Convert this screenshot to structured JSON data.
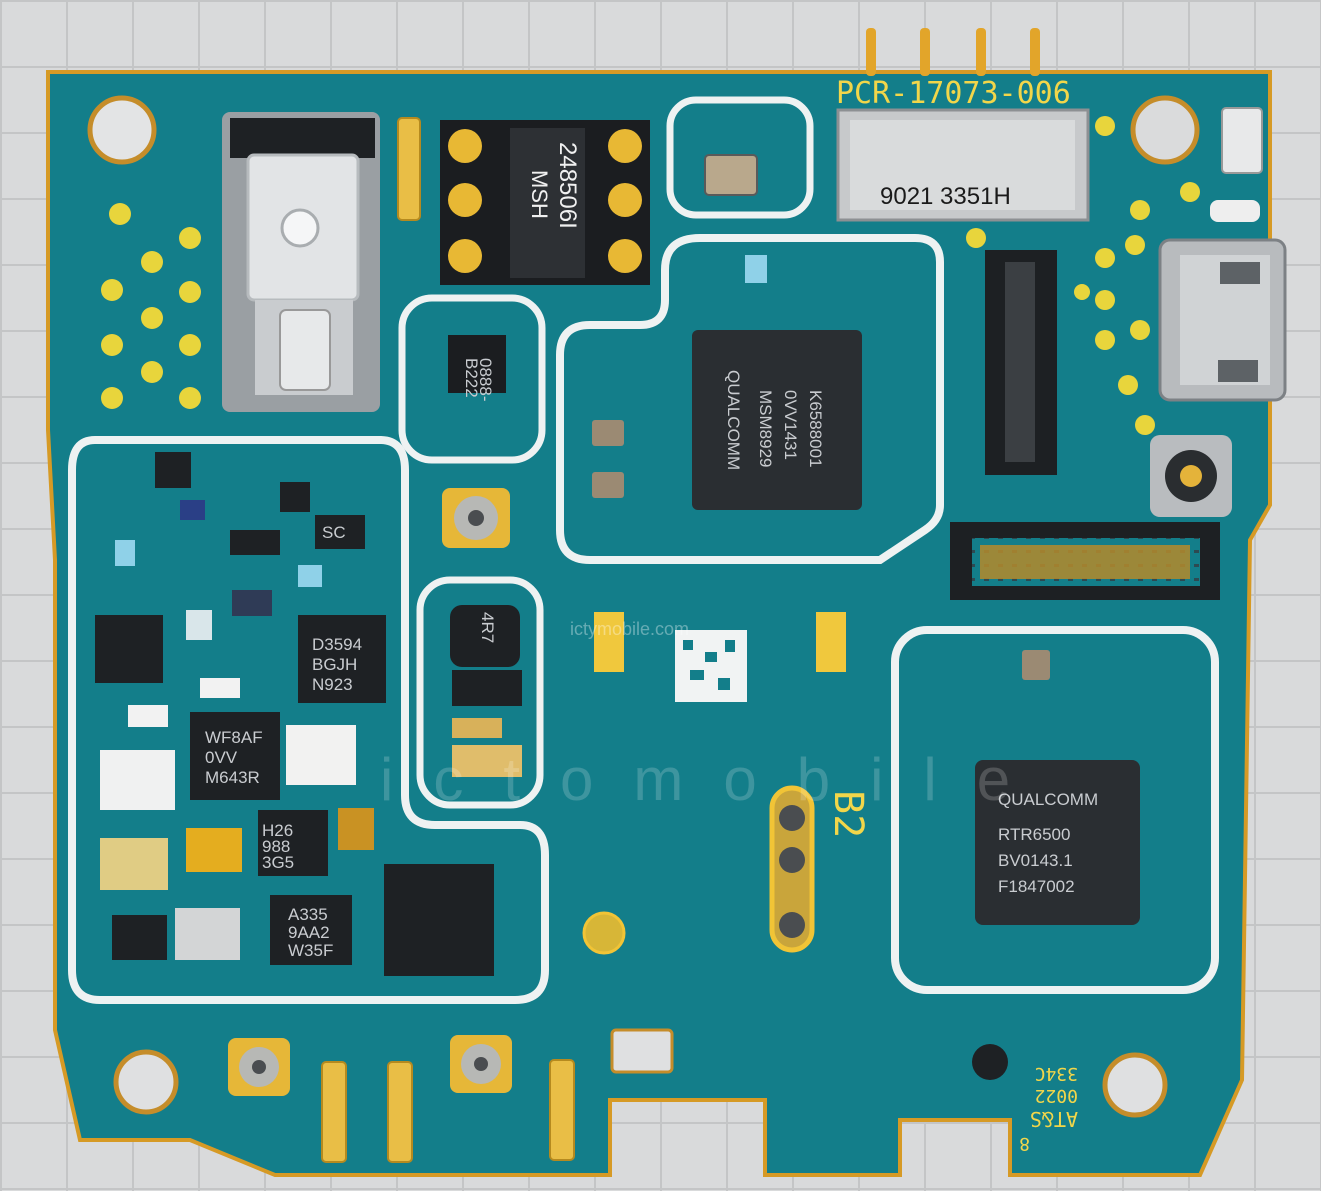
{
  "board": {
    "part_number": "PCR-17073-006",
    "band_label": "B2",
    "manufacturer_mark": "AT&S",
    "manufacturer_code_1": "0022",
    "manufacturer_code_2": "334C",
    "manufacturer_code_3": "8",
    "colors": {
      "pcb": "#137e8a",
      "pcb_dark": "#0e6873",
      "gold": "#e7b631",
      "shield": "#eef2f2"
    }
  },
  "components": {
    "sim_connector": {
      "line1": "248506I",
      "line2": "MSH"
    },
    "sd_slot": {
      "label": "9021 3351H"
    },
    "processor": {
      "brand": "QUALCOMM",
      "line1": "MSM8929",
      "line2": "0VV1431",
      "line3": "K6588001"
    },
    "transceiver": {
      "brand": "QUALCOMM",
      "line1": "RTR6500",
      "line2": "BV0143.1",
      "line3": "F1847002"
    },
    "chip_sc": {
      "label": "SC"
    },
    "chip_d3594": {
      "line1": "D3594",
      "line2": "BGJH",
      "line3": "N923"
    },
    "chip_wf8af": {
      "line1": "WF8AF",
      "line2": "0VV",
      "line3": "M643R"
    },
    "chip_h26": {
      "line1": "H26",
      "line2": "988",
      "line3": "3G5"
    },
    "chip_a335": {
      "line1": "A335",
      "line2": "9AA2",
      "line3": "W35F"
    },
    "inductor": {
      "label": "4R7"
    },
    "small_ic": {
      "line1": "0888-",
      "line2": "B222"
    }
  },
  "watermark": {
    "site": "ictymobile.com",
    "word": "ictomobile"
  },
  "icons": [
    "vibration-motor-icon",
    "rf-connector-icon",
    "usb-port-icon",
    "datamatrix-code-icon"
  ]
}
